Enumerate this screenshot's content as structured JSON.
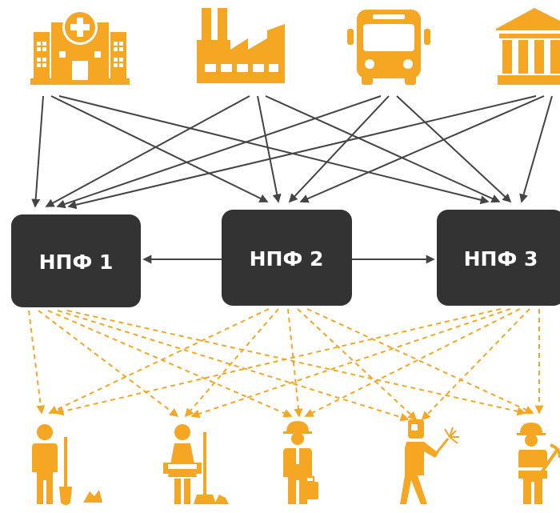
{
  "colors": {
    "icon": "#F5A623",
    "box": "#333333",
    "box_text": "#ffffff",
    "arrow_solid": "#444444",
    "arrow_dashed": "#F5A623"
  },
  "employers": [
    {
      "icon": "hospital-icon"
    },
    {
      "icon": "factory-icon"
    },
    {
      "icon": "bus-icon"
    },
    {
      "icon": "government-building-icon"
    }
  ],
  "funds": [
    {
      "label": "НПФ 1"
    },
    {
      "label": "НПФ 2"
    },
    {
      "label": "НПФ 3"
    }
  ],
  "workers": [
    {
      "icon": "janitor-worker-icon"
    },
    {
      "icon": "cleaner-worker-icon"
    },
    {
      "icon": "engineer-worker-icon"
    },
    {
      "icon": "welder-worker-icon"
    },
    {
      "icon": "miner-worker-icon"
    }
  ]
}
